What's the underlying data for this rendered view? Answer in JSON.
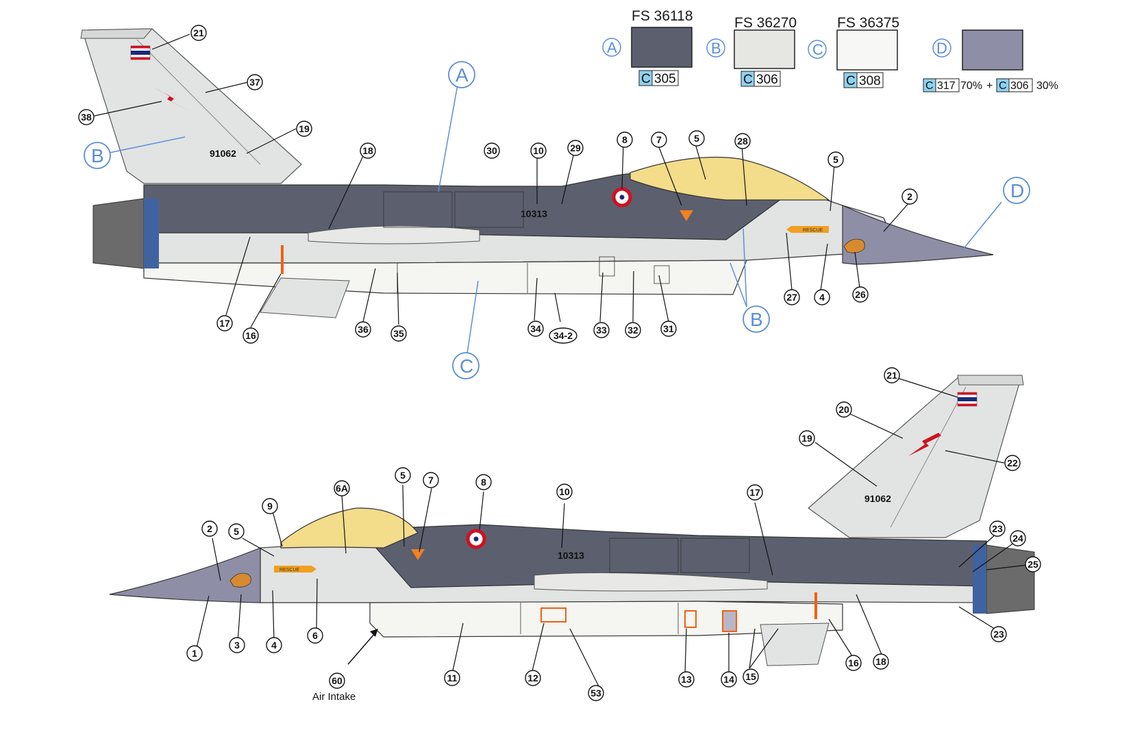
{
  "legend": {
    "swatches": [
      {
        "letter": "A",
        "fs": "FS 36118",
        "code": "C",
        "num": "305",
        "color": "#5c5f6e"
      },
      {
        "letter": "B",
        "fs": "FS 36270",
        "code": "C",
        "num": "306",
        "color": "#e6e6e3"
      },
      {
        "letter": "C",
        "fs": "FS 36375",
        "code": "C",
        "num": "308",
        "color": "#f4f4f2"
      },
      {
        "letter": "D",
        "fs": "",
        "code": "C",
        "num": "317",
        "color": "#8e8fa6"
      }
    ],
    "mix": {
      "pct1": "70%",
      "plus": "+",
      "code2": "C",
      "num2": "306",
      "pct2": "30%"
    }
  },
  "colors": {
    "zone_label": "#5b8fd6",
    "dark_grey": "#5c5f6e",
    "light_grey": "#e2e3e3",
    "belly": "#f5f5f2",
    "nose": "#8e8fa6",
    "canopy": "#f3dc8a",
    "flag_red": "#d01020",
    "flag_blue": "#1a2a7a",
    "stencil_orange": "#f0a020"
  },
  "top_view": {
    "zone_labels": [
      "A",
      "B",
      "C",
      "B",
      "D"
    ],
    "tail_serial": "91062",
    "fuselage_serial": "10313",
    "rescue_label": "RESCUE",
    "callouts": [
      "21",
      "37",
      "38",
      "19",
      "18",
      "30",
      "10",
      "29",
      "8",
      "7",
      "5",
      "28",
      "5",
      "2",
      "17",
      "16",
      "36",
      "35",
      "34",
      "34-2",
      "33",
      "32",
      "31",
      "27",
      "4",
      "26"
    ]
  },
  "bottom_view": {
    "tail_serial": "91062",
    "fuselage_serial": "10313",
    "rescue_label": "RESCUE",
    "callouts": [
      "21",
      "20",
      "19",
      "22",
      "6A",
      "5",
      "7",
      "8",
      "10",
      "17",
      "9",
      "5",
      "2",
      "23",
      "24",
      "25",
      "23",
      "1",
      "3",
      "4",
      "6",
      "60",
      "11",
      "12",
      "53",
      "13",
      "14",
      "15",
      "16",
      "18"
    ],
    "air_intake": "Air Intake"
  }
}
